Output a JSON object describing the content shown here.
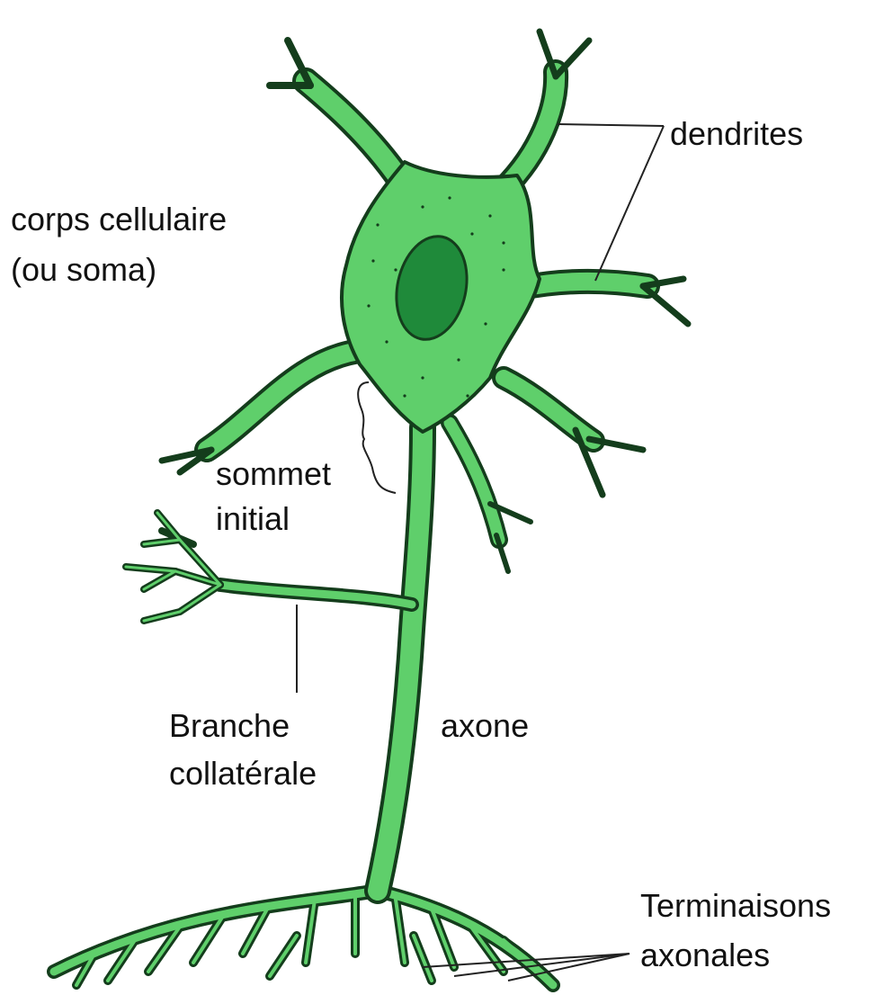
{
  "labels": {
    "dendrites": "dendrites",
    "soma_line1": "corps cellulaire",
    "soma_line2": "(ou soma)",
    "initial_line1": "sommet",
    "initial_line2": "initial",
    "collateral_line1": "Branche",
    "collateral_line2": "collatérale",
    "axon": "axone",
    "terminals_line1": "Terminaisons",
    "terminals_line2": "axonales"
  },
  "colors": {
    "cell": "#5fcf6b",
    "outline": "#143d1c",
    "nucleus": "#1f8a3a",
    "text": "#111111"
  }
}
